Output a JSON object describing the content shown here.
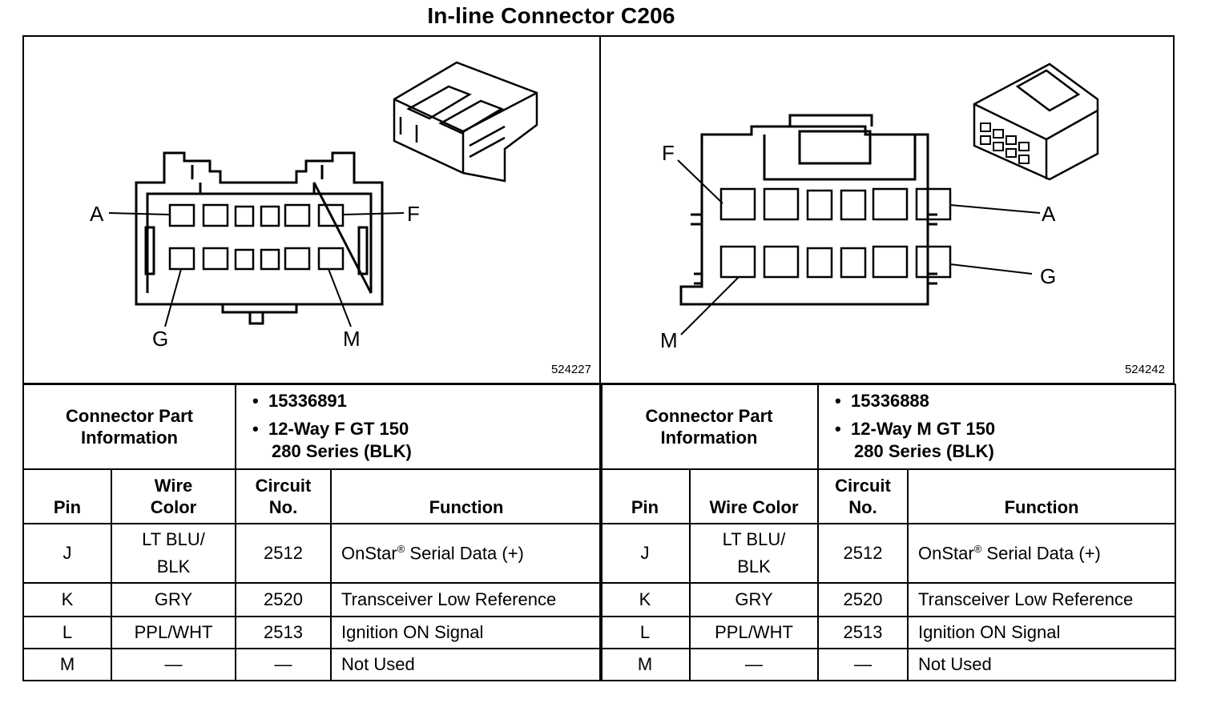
{
  "title": "In-line Connector C206",
  "left": {
    "figure_id": "524227",
    "pin_labels": {
      "a": "A",
      "f": "F",
      "g": "G",
      "m": "M"
    },
    "cpi_label_1": "Connector Part",
    "cpi_label_2": "Information",
    "part_number": "15336891",
    "part_desc_1": "12-Way F GT 150",
    "part_desc_2": "280 Series (BLK)",
    "headers": {
      "pin": "Pin",
      "wire_1": "Wire",
      "wire_2": "Color",
      "circuit_1": "Circuit",
      "circuit_2": "No.",
      "function": "Function"
    },
    "rows": [
      {
        "pin": "J",
        "wire_1": "LT BLU/",
        "wire_2": "BLK",
        "circuit": "2512",
        "function": "OnStar",
        "function_sup": "®",
        "function_rest": " Serial Data (+)"
      },
      {
        "pin": "K",
        "wire": "GRY",
        "circuit": "2520",
        "function": "Transceiver Low Reference"
      },
      {
        "pin": "L",
        "wire": "PPL/WHT",
        "circuit": "2513",
        "function": "Ignition ON Signal"
      },
      {
        "pin": "M",
        "wire": "—",
        "circuit": "—",
        "function": "Not Used"
      }
    ]
  },
  "right": {
    "figure_id": "524242",
    "pin_labels": {
      "a": "A",
      "f": "F",
      "g": "G",
      "m": "M"
    },
    "cpi_label_1": "Connector Part",
    "cpi_label_2": "Information",
    "part_number": "15336888",
    "part_desc_1": "12-Way M GT 150",
    "part_desc_2": "280 Series (BLK)",
    "headers": {
      "pin": "Pin",
      "wire": "Wire Color",
      "circuit_1": "Circuit",
      "circuit_2": "No.",
      "function": "Function"
    },
    "rows": [
      {
        "pin": "J",
        "wire_1": "LT BLU/",
        "wire_2": "BLK",
        "circuit": "2512",
        "function": "OnStar",
        "function_sup": "®",
        "function_rest": " Serial Data (+)"
      },
      {
        "pin": "K",
        "wire": "GRY",
        "circuit": "2520",
        "function": "Transceiver Low Reference"
      },
      {
        "pin": "L",
        "wire": "PPL/WHT",
        "circuit": "2513",
        "function": "Ignition ON Signal"
      },
      {
        "pin": "M",
        "wire": "—",
        "circuit": "—",
        "function": "Not Used"
      }
    ]
  }
}
